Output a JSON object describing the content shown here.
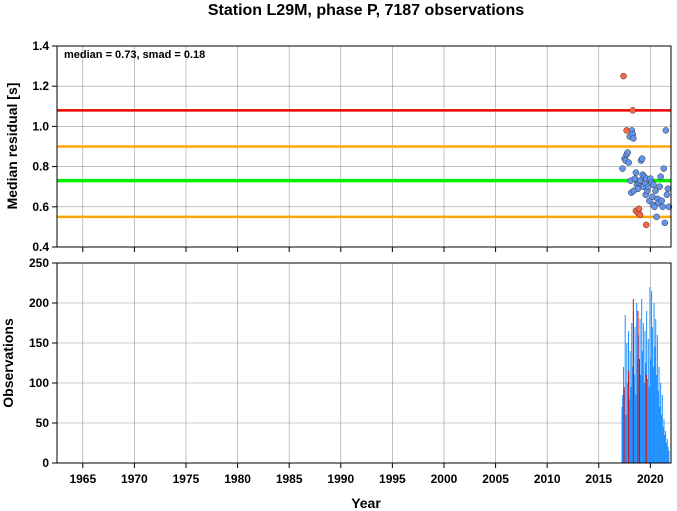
{
  "title": "Station L29M, phase P, 7187 observations",
  "colors": {
    "median_line": "#00ee00",
    "smad_band": "#ffa500",
    "limit_line": "#ee0000",
    "point_ok": "#6495ed",
    "point_outlier": "#ff6347",
    "bar_ok": "#1e90ff",
    "bar_outlier": "#ee0000",
    "grid": "#999999"
  },
  "chart_data": [
    {
      "id": "residual",
      "type": "scatter",
      "ylabel": "Median residual [s]",
      "xlim": [
        1962.5,
        2022
      ],
      "ylim": [
        0.4,
        1.4
      ],
      "x_ticks": [
        1965,
        1970,
        1975,
        1980,
        1985,
        1990,
        1995,
        2000,
        2005,
        2010,
        2015,
        2020
      ],
      "y_ticks": [
        "0.4",
        "0.6",
        "0.8",
        "1.0",
        "1.2",
        "1.4"
      ],
      "grid": true,
      "annotation": "median = 0.73, smad = 0.18",
      "hlines": [
        {
          "y": 0.73,
          "role": "median",
          "color": "#00ee00"
        },
        {
          "y": 0.9,
          "role": "median+smad",
          "color": "#ffa500"
        },
        {
          "y": 0.55,
          "role": "median-smad",
          "color": "#ffa500"
        },
        {
          "y": 1.08,
          "role": "upper limit",
          "color": "#ee0000"
        }
      ],
      "series": [
        {
          "status": "ok",
          "points": [
            [
              2017.3,
              0.79
            ],
            [
              2017.5,
              0.84
            ],
            [
              2017.6,
              0.83
            ],
            [
              2017.7,
              0.86
            ],
            [
              2017.8,
              0.87
            ],
            [
              2017.9,
              0.82
            ],
            [
              2018.0,
              0.95
            ],
            [
              2018.1,
              0.73
            ],
            [
              2018.15,
              0.67
            ],
            [
              2018.2,
              0.98
            ],
            [
              2018.3,
              0.96
            ],
            [
              2018.35,
              0.94
            ],
            [
              2018.4,
              0.68
            ],
            [
              2018.5,
              0.74
            ],
            [
              2018.6,
              0.77
            ],
            [
              2018.7,
              0.71
            ],
            [
              2018.8,
              0.69
            ],
            [
              2018.9,
              0.72
            ],
            [
              2019.0,
              0.73
            ],
            [
              2019.1,
              0.83
            ],
            [
              2019.2,
              0.84
            ],
            [
              2019.25,
              0.76
            ],
            [
              2019.3,
              0.7
            ],
            [
              2019.4,
              0.75
            ],
            [
              2019.5,
              0.72
            ],
            [
              2019.55,
              0.66
            ],
            [
              2019.6,
              0.74
            ],
            [
              2019.7,
              0.68
            ],
            [
              2019.8,
              0.7
            ],
            [
              2019.9,
              0.63
            ],
            [
              2020.0,
              0.74
            ],
            [
              2020.1,
              0.72
            ],
            [
              2020.2,
              0.65
            ],
            [
              2020.25,
              0.61
            ],
            [
              2020.3,
              0.71
            ],
            [
              2020.4,
              0.6
            ],
            [
              2020.5,
              0.68
            ],
            [
              2020.6,
              0.55
            ],
            [
              2020.7,
              0.64
            ],
            [
              2020.8,
              0.62
            ],
            [
              2020.9,
              0.7
            ],
            [
              2021.0,
              0.75
            ],
            [
              2021.1,
              0.63
            ],
            [
              2021.2,
              0.6
            ],
            [
              2021.3,
              0.79
            ],
            [
              2021.4,
              0.52
            ],
            [
              2021.5,
              0.98
            ],
            [
              2021.6,
              0.66
            ],
            [
              2021.7,
              0.69
            ],
            [
              2021.8,
              0.6
            ]
          ]
        },
        {
          "status": "outlier",
          "points": [
            [
              2017.4,
              1.25
            ],
            [
              2017.7,
              0.98
            ],
            [
              2018.3,
              1.08
            ],
            [
              2018.6,
              0.58
            ],
            [
              2018.8,
              0.57
            ],
            [
              2019.0,
              0.56
            ],
            [
              2019.6,
              0.51
            ],
            [
              2018.9,
              0.59
            ]
          ]
        }
      ]
    },
    {
      "id": "observations",
      "type": "bar",
      "ylabel": "Observations",
      "xlabel": "Year",
      "xlim": [
        1962.5,
        2022
      ],
      "ylim": [
        0,
        250
      ],
      "x_ticks": [
        1965,
        1970,
        1975,
        1980,
        1985,
        1990,
        1995,
        2000,
        2005,
        2010,
        2015,
        2020
      ],
      "y_ticks": [
        "0",
        "50",
        "100",
        "150",
        "200",
        "250"
      ],
      "grid": true,
      "bar_width_years": 0.06,
      "bars_ok": [
        [
          2017.25,
          70
        ],
        [
          2017.32,
          85
        ],
        [
          2017.4,
          120
        ],
        [
          2017.48,
          90
        ],
        [
          2017.56,
          185
        ],
        [
          2017.64,
          60
        ],
        [
          2017.72,
          150
        ],
        [
          2017.8,
          100
        ],
        [
          2017.88,
          165
        ],
        [
          2017.96,
          80
        ],
        [
          2018.04,
          140
        ],
        [
          2018.12,
          95
        ],
        [
          2018.2,
          175
        ],
        [
          2018.28,
          120
        ],
        [
          2018.36,
          190
        ],
        [
          2018.44,
          110
        ],
        [
          2018.52,
          170
        ],
        [
          2018.6,
          85
        ],
        [
          2018.68,
          200
        ],
        [
          2018.76,
          130
        ],
        [
          2018.84,
          160
        ],
        [
          2018.92,
          90
        ],
        [
          2019.0,
          180
        ],
        [
          2019.08,
          110
        ],
        [
          2019.16,
          205
        ],
        [
          2019.24,
          140
        ],
        [
          2019.32,
          175
        ],
        [
          2019.4,
          100
        ],
        [
          2019.48,
          165
        ],
        [
          2019.56,
          125
        ],
        [
          2019.64,
          190
        ],
        [
          2019.72,
          105
        ],
        [
          2019.8,
          155
        ],
        [
          2019.88,
          95
        ],
        [
          2019.96,
          220
        ],
        [
          2020.04,
          130
        ],
        [
          2020.12,
          215
        ],
        [
          2020.2,
          170
        ],
        [
          2020.28,
          120
        ],
        [
          2020.36,
          200
        ],
        [
          2020.44,
          145
        ],
        [
          2020.52,
          180
        ],
        [
          2020.6,
          110
        ],
        [
          2020.68,
          160
        ],
        [
          2020.76,
          90
        ],
        [
          2020.84,
          120
        ],
        [
          2020.92,
          70
        ],
        [
          2021.0,
          100
        ],
        [
          2021.08,
          60
        ],
        [
          2021.16,
          85
        ],
        [
          2021.24,
          45
        ],
        [
          2021.32,
          55
        ],
        [
          2021.4,
          35
        ],
        [
          2021.48,
          40
        ],
        [
          2021.56,
          25
        ],
        [
          2021.64,
          30
        ],
        [
          2021.72,
          20
        ],
        [
          2021.8,
          15
        ]
      ],
      "bars_outlier": [
        [
          2017.45,
          95
        ],
        [
          2017.9,
          115
        ],
        [
          2018.35,
          205
        ],
        [
          2018.8,
          190
        ],
        [
          2018.95,
          130
        ],
        [
          2019.6,
          110
        ]
      ]
    }
  ]
}
